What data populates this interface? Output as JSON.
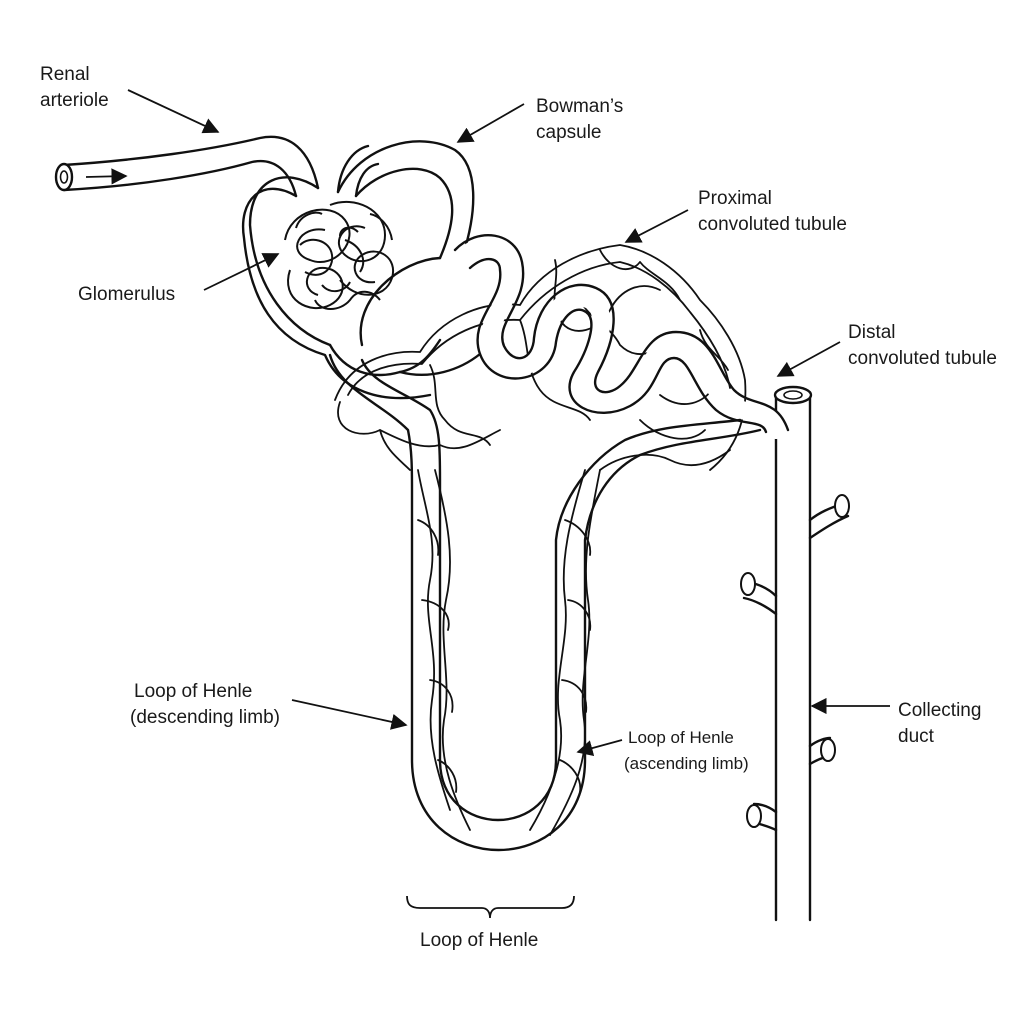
{
  "labels": {
    "renal_arteriole": [
      "Renal",
      "arteriole"
    ],
    "bowmans_capsule": [
      "Bowman’s",
      "capsule"
    ],
    "glomerulus": [
      "Glomerulus"
    ],
    "proximal_tubule": [
      "Proximal",
      "convoluted tubule"
    ],
    "distal_tubule": [
      "Distal",
      "convoluted tubule"
    ],
    "descending_limb": [
      "Loop of Henle",
      "(descending limb)"
    ],
    "ascending_limb": [
      "Loop of Henle",
      "(ascending limb)"
    ],
    "collecting_duct": [
      "Collecting",
      "duct"
    ],
    "loop_of_henle": [
      "Loop of Henle"
    ]
  },
  "colors": {
    "line": "#111111",
    "text": "#1a1a1a",
    "background": "#ffffff"
  }
}
